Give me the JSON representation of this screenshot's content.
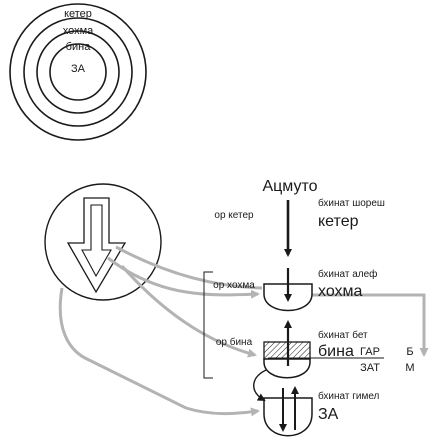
{
  "concentric_circles": {
    "labels": [
      "кетер",
      "хохма",
      "бина",
      "ЗА"
    ]
  },
  "source": {
    "label": "Ацмуто"
  },
  "lights": {
    "keter": "ор кетер",
    "hochma": "ор хохма",
    "bina": "ор бина"
  },
  "stages": {
    "keter": {
      "small": "бхинат шореш",
      "big": "кетер"
    },
    "hochma": {
      "small": "бхинат алеф",
      "big": "хохма"
    },
    "bina": {
      "small": "бхинат бет",
      "big": "бина"
    },
    "za": {
      "small": "бхинат гимел",
      "big": "ЗА"
    }
  },
  "sides": {
    "gar": "ГАР",
    "zat": "ЗАТ",
    "b": "Б",
    "m": "М"
  },
  "colors": {
    "ink": "#1a1a1a",
    "connector": "#b3b3b3"
  }
}
